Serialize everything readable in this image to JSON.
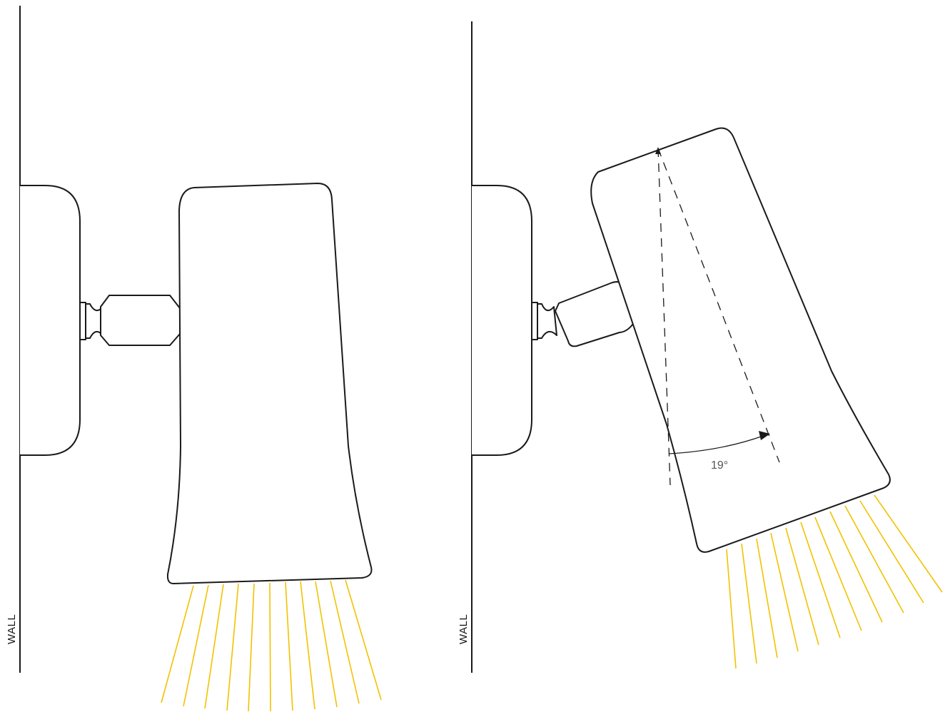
{
  "left_panel": {
    "wall_label": "WALL"
  },
  "right_panel": {
    "wall_label": "WALL",
    "tilt_angle_label": "19°",
    "tilt_angle_deg": 19
  },
  "colors": {
    "line": "#1a1a1a",
    "light_rays": "#f2c200"
  }
}
